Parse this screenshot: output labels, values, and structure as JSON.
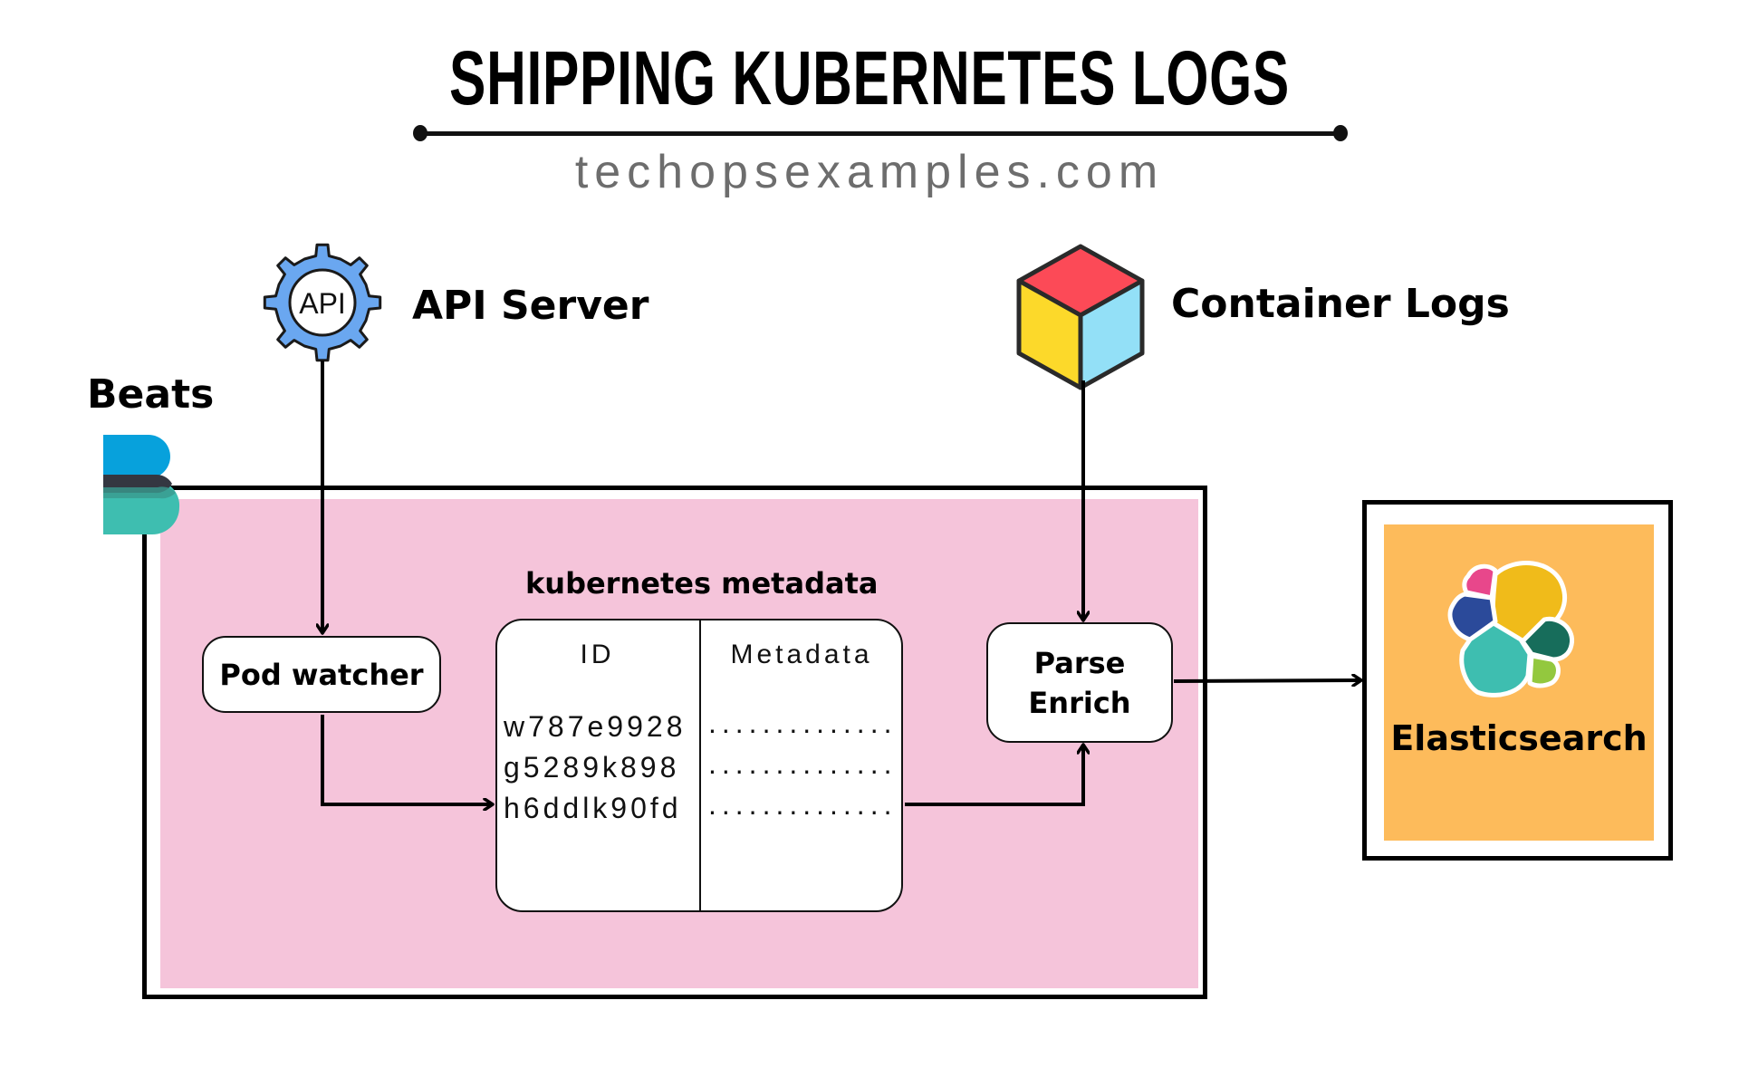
{
  "header": {
    "title": "SHIPPING KUBERNETES LOGS",
    "subtitle": "techopsexamples.com"
  },
  "sources": {
    "api_server": {
      "label": "API Server",
      "icon": "gear-icon",
      "icon_text": "API",
      "icon_color": "#6aa7f0"
    },
    "container_logs": {
      "label": "Container Logs",
      "icon": "cube-icon",
      "colors": {
        "top": "#fc4a57",
        "left": "#fcd92a",
        "right": "#93e0f7"
      }
    }
  },
  "beats": {
    "label": "Beats",
    "logo_colors": {
      "top": "#07a1dc",
      "middle": "#343741",
      "bottom": "#3ebeb0"
    },
    "container_color": "#f5c4da"
  },
  "nodes": {
    "pod_watcher": {
      "label": "Pod watcher"
    },
    "parse_enrich": {
      "line1": "Parse",
      "line2": "Enrich"
    }
  },
  "metadata_table": {
    "title": "kubernetes metadata",
    "columns": [
      "ID",
      "Metadata"
    ],
    "rows": [
      {
        "id": "w787e9928",
        "metadata": ".............."
      },
      {
        "id": "g5289k898",
        "metadata": ".............."
      },
      {
        "id": "h6ddlk90fd",
        "metadata": ".............."
      }
    ]
  },
  "destination": {
    "label": "Elasticsearch",
    "background": "#fdbb5b",
    "logo_colors": [
      "#f0bb1a",
      "#e8478b",
      "#2b4a9a",
      "#3ebeb0",
      "#176d5b",
      "#93c83e"
    ]
  }
}
